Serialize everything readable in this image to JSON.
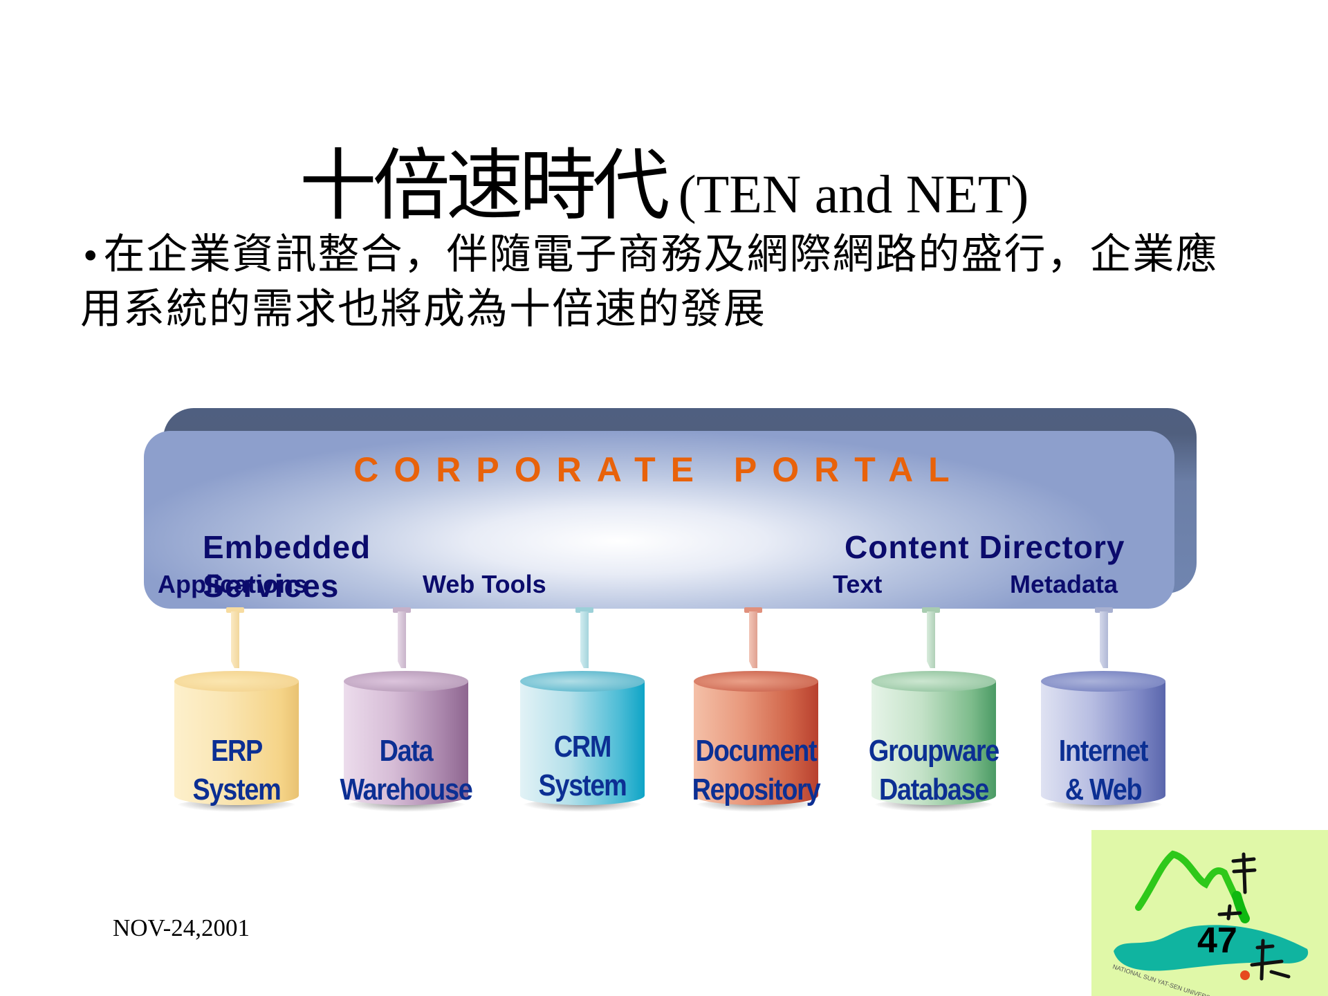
{
  "slide": {
    "title_cjk": "十倍速時代",
    "title_en": "(TEN and NET)",
    "bullet_marker": "•",
    "bullet_line1": "在企業資訊整合，伴隨電子商務及網際網路的盛行，企業應",
    "bullet_line2": "用系統的需求也將成為十倍速的發展",
    "date": "NOV-24,2001",
    "page_number": "47"
  },
  "diagram": {
    "portal": {
      "title": "CORPORATE  PORTAL",
      "title_color": "#e8620a",
      "left_heading_line1": "Embedded",
      "left_heading_line2": "Services",
      "right_heading": "Content Directory",
      "sub_labels": [
        "Applications",
        "Web Tools",
        "Text",
        "Metadata"
      ]
    },
    "sources": [
      {
        "line1": "ERP",
        "line2": "System",
        "color": "#f3cf7a"
      },
      {
        "line1": "Data",
        "line2": "Warehouse",
        "color": "#9a6f9c"
      },
      {
        "line1": "CRM",
        "line2": "System",
        "color": "#1aa8c8"
      },
      {
        "line1": "Document",
        "line2": "Repository",
        "color": "#c3483a"
      },
      {
        "line1": "Groupware",
        "line2": "Database",
        "color": "#4e9a66"
      },
      {
        "line1": "Internet",
        "line2": "& Web",
        "color": "#5e6cb0"
      }
    ]
  },
  "logo": {
    "caption": "NATIONAL SUN YAT-SEN UNIVERSITY",
    "background": "#e0f8a8"
  }
}
